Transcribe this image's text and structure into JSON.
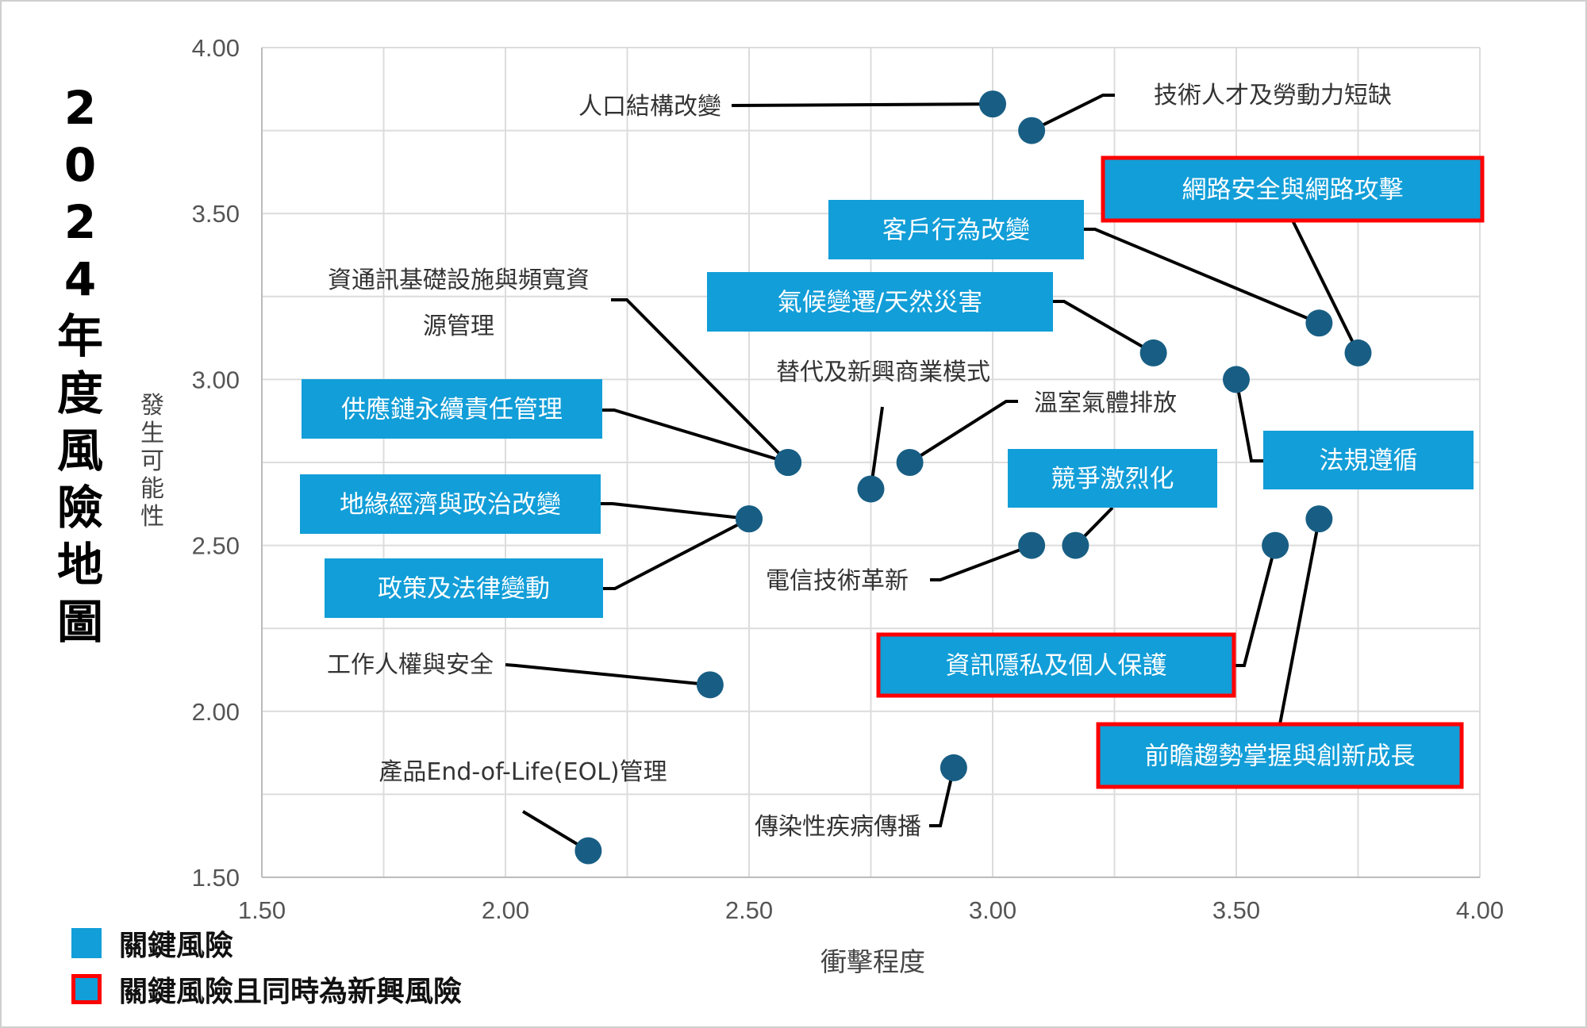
{
  "title_chars": [
    "2",
    "0",
    "2",
    "4",
    "年",
    "度",
    "風",
    "險",
    "地",
    "圖"
  ],
  "title": "2024年度風險地圖",
  "colors": {
    "key_box": "#129ed8",
    "emerging_border": "#ff0000",
    "dot": "#185e84",
    "grid": "#dcdcdc",
    "axis_text": "#555555",
    "leader": "#000000"
  },
  "legend": [
    {
      "label": "關鍵風險",
      "type": "key"
    },
    {
      "label": "關鍵風險且同時為新興風險",
      "type": "key-emerging"
    }
  ],
  "chart_data": {
    "type": "scatter",
    "title": "2024年度風險地圖",
    "xlabel": "衝擊程度",
    "ylabel": "發生可能性",
    "ylabel_chars": [
      "發",
      "生",
      "可",
      "能",
      "性"
    ],
    "xlim": [
      1.5,
      4.0
    ],
    "ylim": [
      1.5,
      4.0
    ],
    "x_ticks": [
      "1.50",
      "2.00",
      "2.50",
      "3.00",
      "3.50",
      "4.00"
    ],
    "y_ticks": [
      "1.50",
      "2.00",
      "2.50",
      "3.00",
      "3.50",
      "4.00"
    ],
    "grid": true,
    "grid_minor_step": 0.25,
    "legend_position": "bottom-left",
    "points": [
      {
        "name": "人口結構改變",
        "x": 3.0,
        "y": 3.83,
        "category": "other"
      },
      {
        "name": "技術人才及勞動力短缺",
        "x": 3.08,
        "y": 3.75,
        "category": "other"
      },
      {
        "name": "網路安全與網路攻擊",
        "x": 3.75,
        "y": 3.08,
        "category": "key-emerging"
      },
      {
        "name": "客戶行為改變",
        "x": 3.67,
        "y": 3.17,
        "category": "key"
      },
      {
        "name": "氣候變遷/天然災害",
        "x": 3.33,
        "y": 3.08,
        "category": "key"
      },
      {
        "name": "資通訊基礎設施與頻寬資源管理",
        "x": 2.58,
        "y": 2.75,
        "category": "other"
      },
      {
        "name": "替代及新興商業模式",
        "x": 2.75,
        "y": 2.67,
        "category": "other"
      },
      {
        "name": "溫室氣體排放",
        "x": 2.83,
        "y": 2.75,
        "category": "other"
      },
      {
        "name": "供應鏈永續責任管理",
        "x": 2.58,
        "y": 2.75,
        "category": "key"
      },
      {
        "name": "法規遵循",
        "x": 3.5,
        "y": 3.0,
        "category": "key"
      },
      {
        "name": "地緣經濟與政治改變",
        "x": 2.5,
        "y": 2.58,
        "category": "key"
      },
      {
        "name": "競爭激烈化",
        "x": 3.17,
        "y": 2.5,
        "category": "key"
      },
      {
        "name": "政策及法律變動",
        "x": 2.5,
        "y": 2.58,
        "category": "key"
      },
      {
        "name": "電信技術革新",
        "x": 3.08,
        "y": 2.5,
        "category": "other"
      },
      {
        "name": "資訊隱私及個人保護",
        "x": 3.58,
        "y": 2.5,
        "category": "key-emerging"
      },
      {
        "name": "前瞻趨勢掌握與創新成長",
        "x": 3.67,
        "y": 2.58,
        "category": "key-emerging"
      },
      {
        "name": "工作人權與安全",
        "x": 2.42,
        "y": 2.08,
        "category": "other"
      },
      {
        "name": "傳染性疾病傳播",
        "x": 2.92,
        "y": 1.83,
        "category": "other"
      },
      {
        "name": "產品End-of-Life(EOL)管理",
        "x": 2.17,
        "y": 1.58,
        "category": "other"
      }
    ]
  }
}
